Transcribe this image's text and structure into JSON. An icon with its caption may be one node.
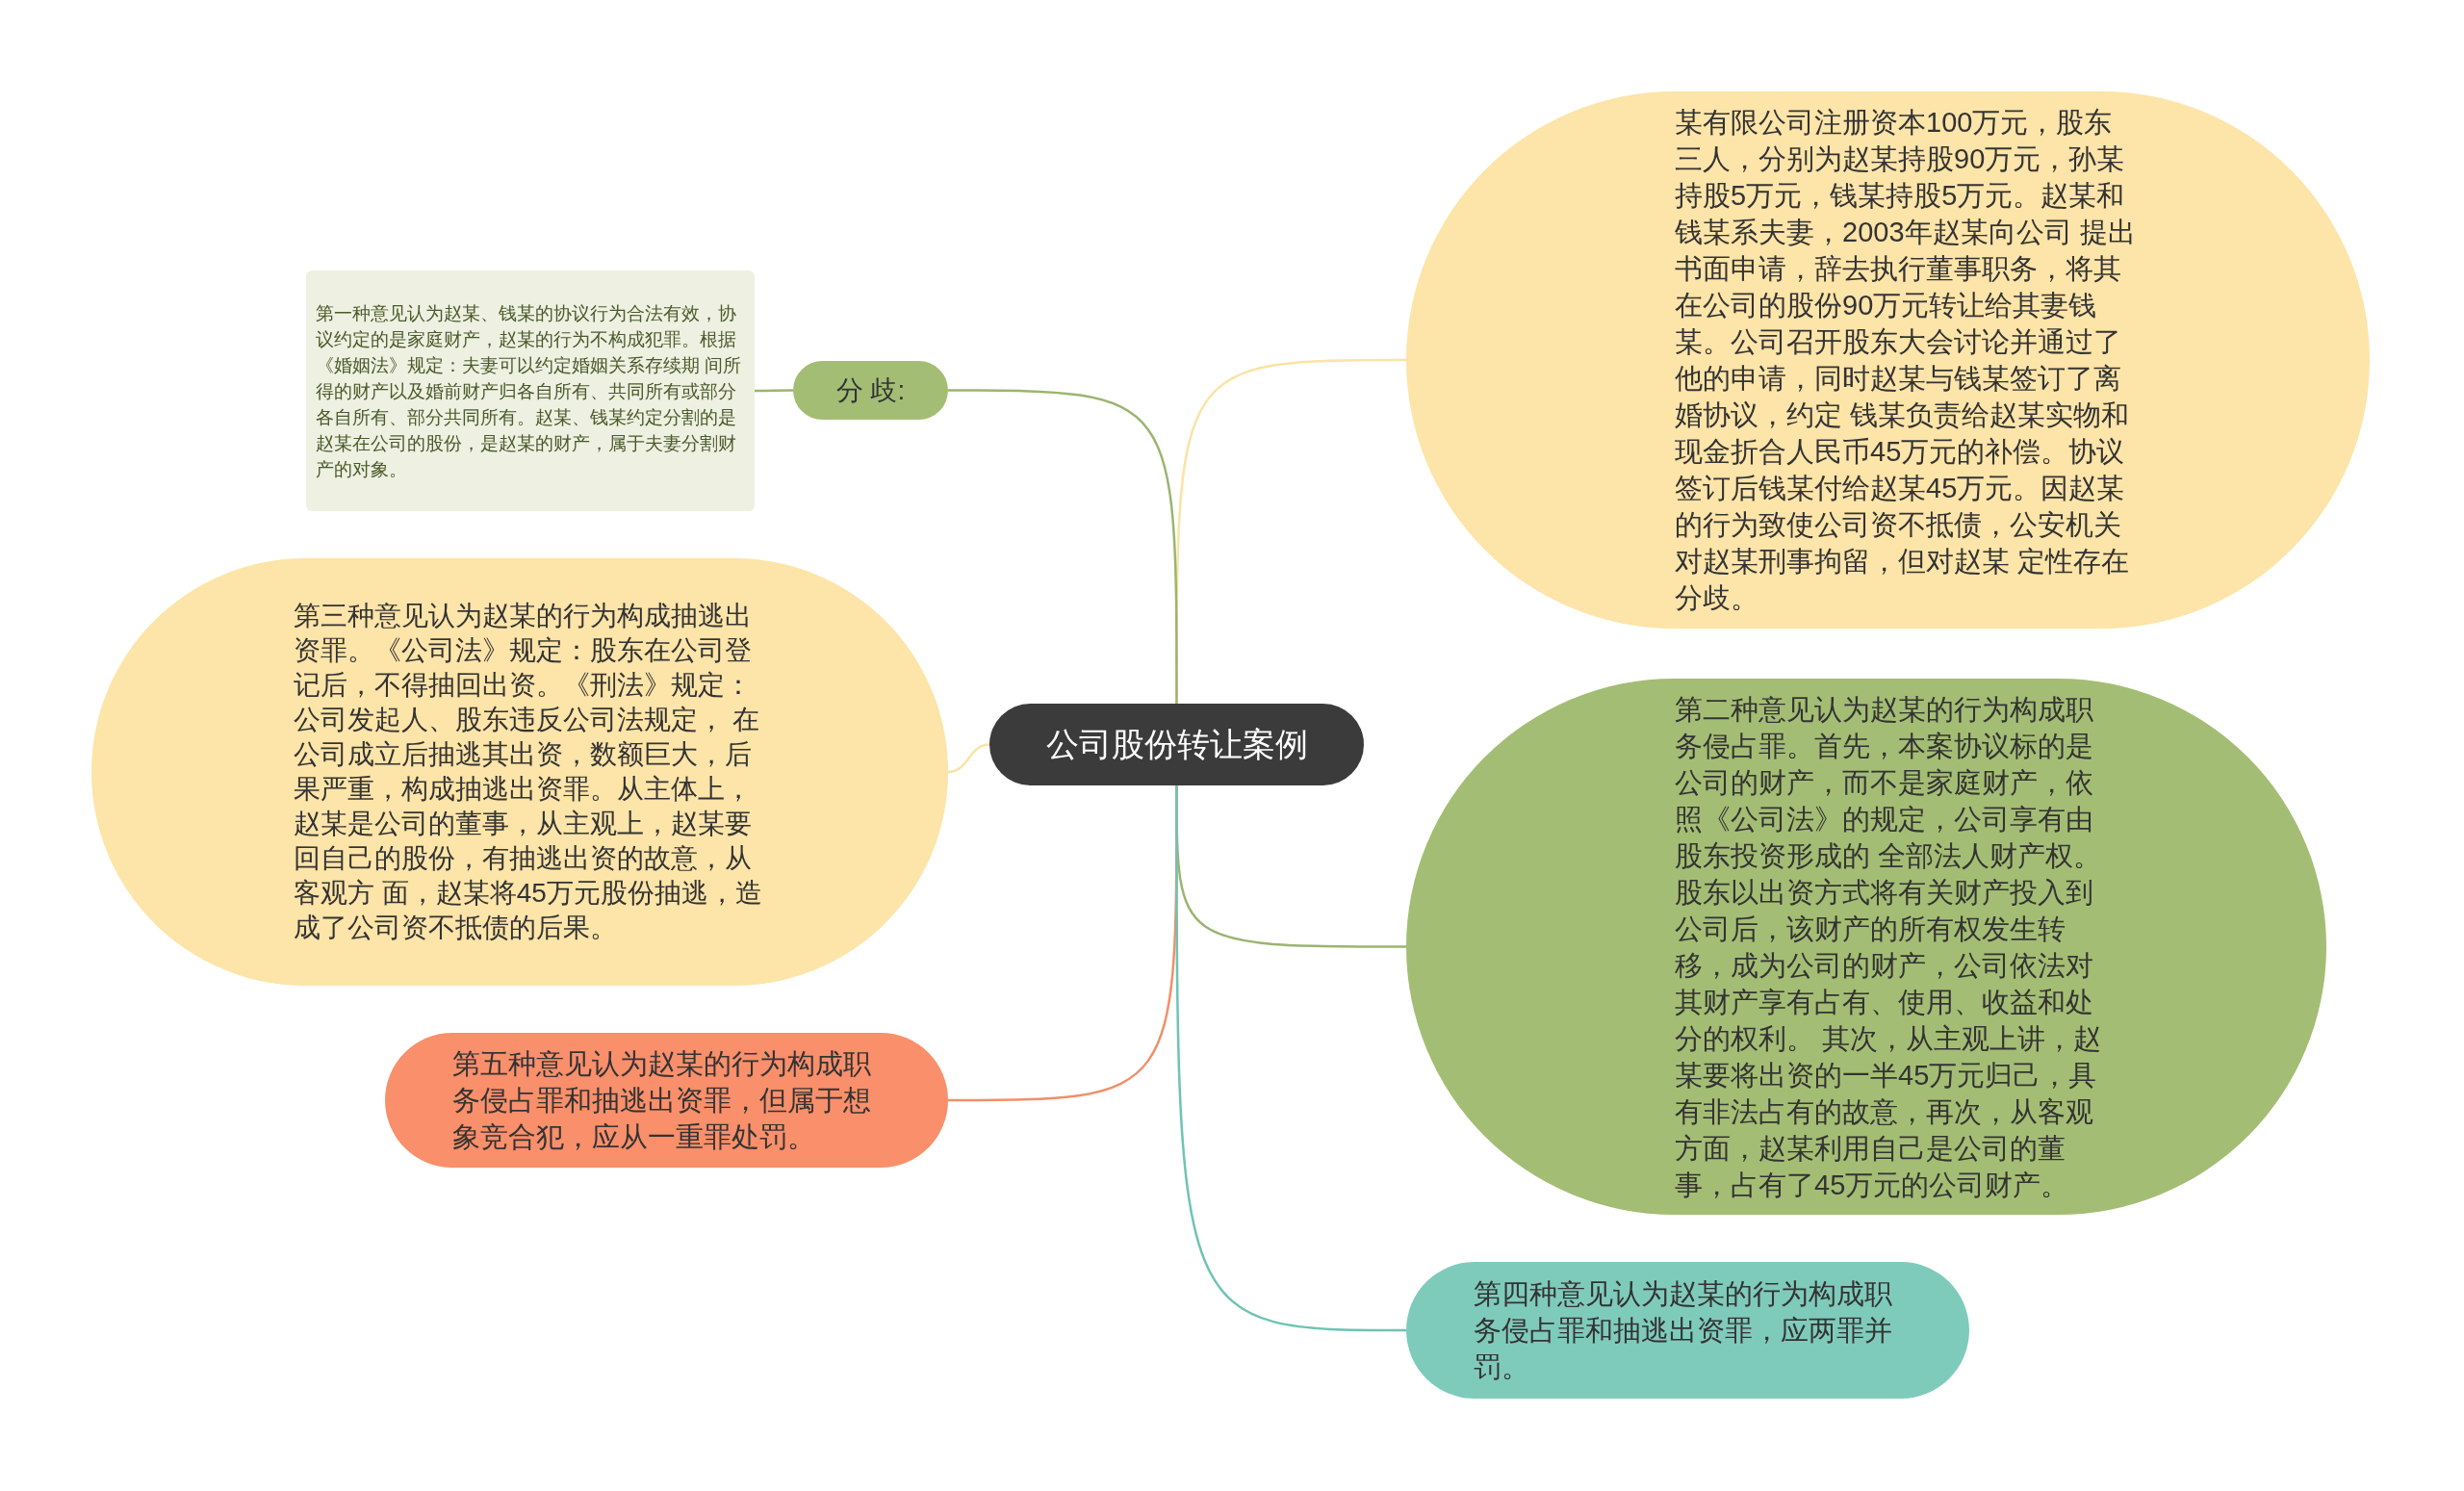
{
  "diagram": {
    "nodes": [
      {
        "text": [
          "公司股份转让案例"
        ]
      },
      {
        "text": [
          "某有限公司注册资本100万元，股东三人，分别为赵某持股90万元，孙某持股5万元，钱某持股5万元。赵某和钱某系夫妻，2003年赵某向公司 提出书面申请，辞去执行董事职务，将其在公司的股份90万元转让给其妻钱某。公司召开股东大会讨论并通过了他的申请，同时赵某与钱某签订了离婚协议，约定 钱某负责给赵某实物和现金折合人民币45万元的补偿。协议签订后钱某付给赵某45万元。因赵某的行为致使公司资不抵债，公安机关对赵某刑事拘留，但对赵某 定性存在分歧。"
        ]
      },
      {
        "text": [
          "分 歧:"
        ]
      },
      {
        "text": [
          "第一种意见认为赵某、钱某的协议行为合法有效，协议约定的是家庭财产，赵某的行为不构成犯罪。根据《婚姻法》规定：夫妻可以约定婚姻关系存续期 间所得的财产以及婚前财产归各自所有、共同所有或部分各自所有、部分共同所有。赵某、钱某约定分割的是赵某在公司的股份，是赵某的财产，属于夫妻分割财产的对象。"
        ]
      },
      {
        "text": [
          "第三种意见认为赵某的行为构成抽逃出资罪。《公司法》规定：股东在公司登记后，不得抽回出资。《刑法》规定：公司发起人、股东违反公司法规定， 在公司成立后抽逃其出资，数额巨大，后果严重，构成抽逃出资罪。从主体上，赵某是公司的董事，从主观上，赵某要回自己的股份，有抽逃出资的故意，从客观方 面，赵某将45万元股份抽逃，造成了公司资不抵债的后果。"
        ]
      },
      {
        "text": [
          "第二种意见认为赵某的行为构成职务侵占罪。首先，本案协议标的是公司的财产，而不是家庭财产，依照《公司法》的规定，公司享有由股东投资形成的 全部法人财产权。股东以出资方式将有关财产投入到公司后，该财产的所有权发生转移，成为公司的财产，公司依法对其财产享有占有、使用、收益和处分的权利。 其次，从主观上讲，赵某要将出资的一半45万元归己，具有非法占有的故意，再次，从客观方面，赵某利用自己是公司的董事，占有了45万元的公司财产。"
        ]
      },
      {
        "text": [
          "第五种意见认为赵某的行为构成职务侵占罪和抽逃出资罪，但属于想象竞合犯，应从一重罪处罚。"
        ]
      },
      {
        "text": [
          "第四种意见认为赵某的行为构成职务侵占罪和抽逃出资罪，应两罪并罚。"
        ]
      }
    ],
    "edges": [
      {
        "from": 0,
        "to": 1,
        "arrow": "none",
        "color": "#fbe3a6"
      },
      {
        "from": 0,
        "to": 2,
        "arrow": "none",
        "color": "#9bb56f"
      },
      {
        "from": 2,
        "to": 3,
        "arrow": "none",
        "color": "#9bb56f"
      },
      {
        "from": 0,
        "to": 4,
        "arrow": "none",
        "color": "#fbe3a6"
      },
      {
        "from": 0,
        "to": 5,
        "arrow": "none",
        "color": "#9bb56f"
      },
      {
        "from": 0,
        "to": 6,
        "arrow": "none",
        "color": "#f0906a"
      },
      {
        "from": 0,
        "to": 7,
        "arrow": "none",
        "color": "#6fc3b4"
      }
    ]
  }
}
